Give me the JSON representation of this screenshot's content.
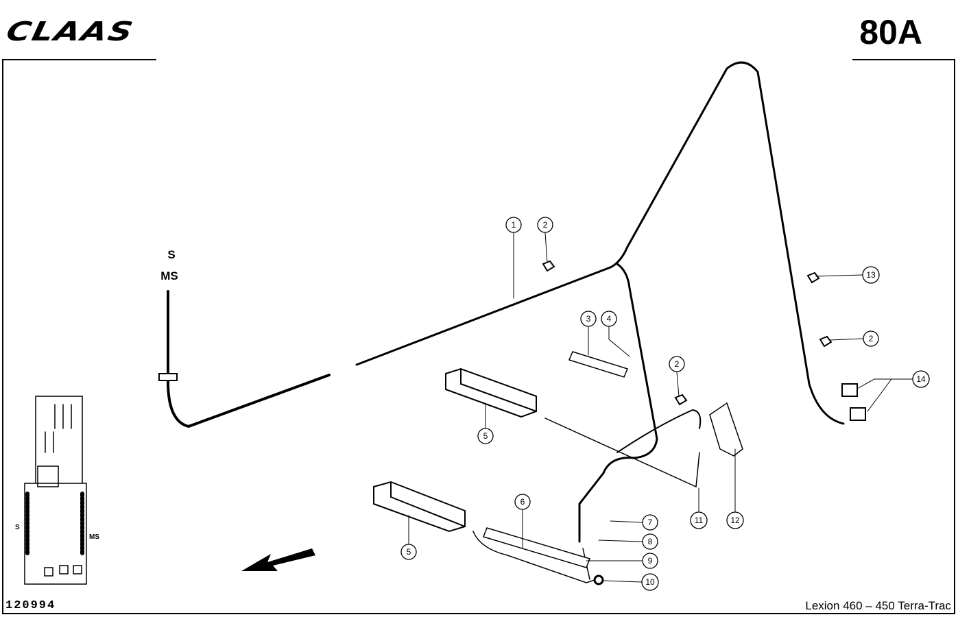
{
  "header": {
    "brand": "CLAAS",
    "page_code": "80A"
  },
  "footer": {
    "drawing_id": "120994",
    "model": "Lexion 460 – 450 Terra-Trac"
  },
  "diagram": {
    "cable_labels": {
      "s": "S",
      "ms": "MS"
    },
    "inset_labels": {
      "s": "S",
      "ms": "MS"
    },
    "callouts": [
      "1",
      "2",
      "3",
      "4",
      "2",
      "13",
      "2",
      "14",
      "5",
      "5",
      "6",
      "7",
      "8",
      "9",
      "10",
      "11",
      "12"
    ]
  }
}
